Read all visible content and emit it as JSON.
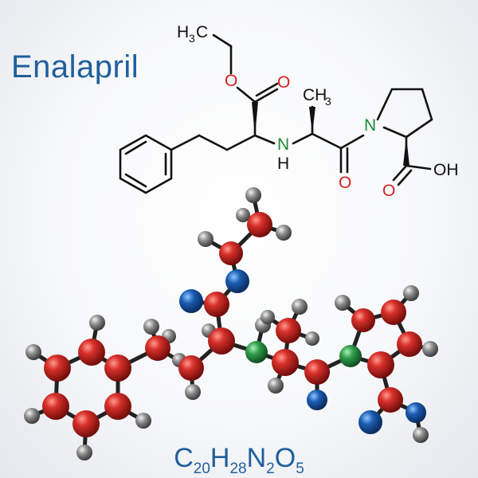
{
  "title": "Enalapril",
  "formula": {
    "parts": [
      {
        "el": "C",
        "n": "20"
      },
      {
        "el": "H",
        "n": "28"
      },
      {
        "el": "N",
        "n": "2"
      },
      {
        "el": "O",
        "n": "5"
      }
    ]
  },
  "labels": {
    "ethyl_c": "H",
    "ethyl_sub": "3",
    "ethyl_c2": "C",
    "ester_o": "O",
    "ester_o2": "O",
    "nh_n": "N",
    "nh_h": "H",
    "methyl_c": "CH",
    "methyl_sub": "3",
    "amide_o": "O",
    "ring_n": "N",
    "acid_o": "O",
    "acid_oh": "OH"
  },
  "colors": {
    "title": "#1f5f9c",
    "bond": "#111111",
    "oxygen_label": "#d42020",
    "nitrogen_label": "#1f8a3a",
    "carbon_ball": "#c8201e",
    "hydrogen_ball": "#7a7a7a",
    "oxygen_ball": "#1a56a6",
    "nitrogen_ball": "#2c9a45"
  }
}
